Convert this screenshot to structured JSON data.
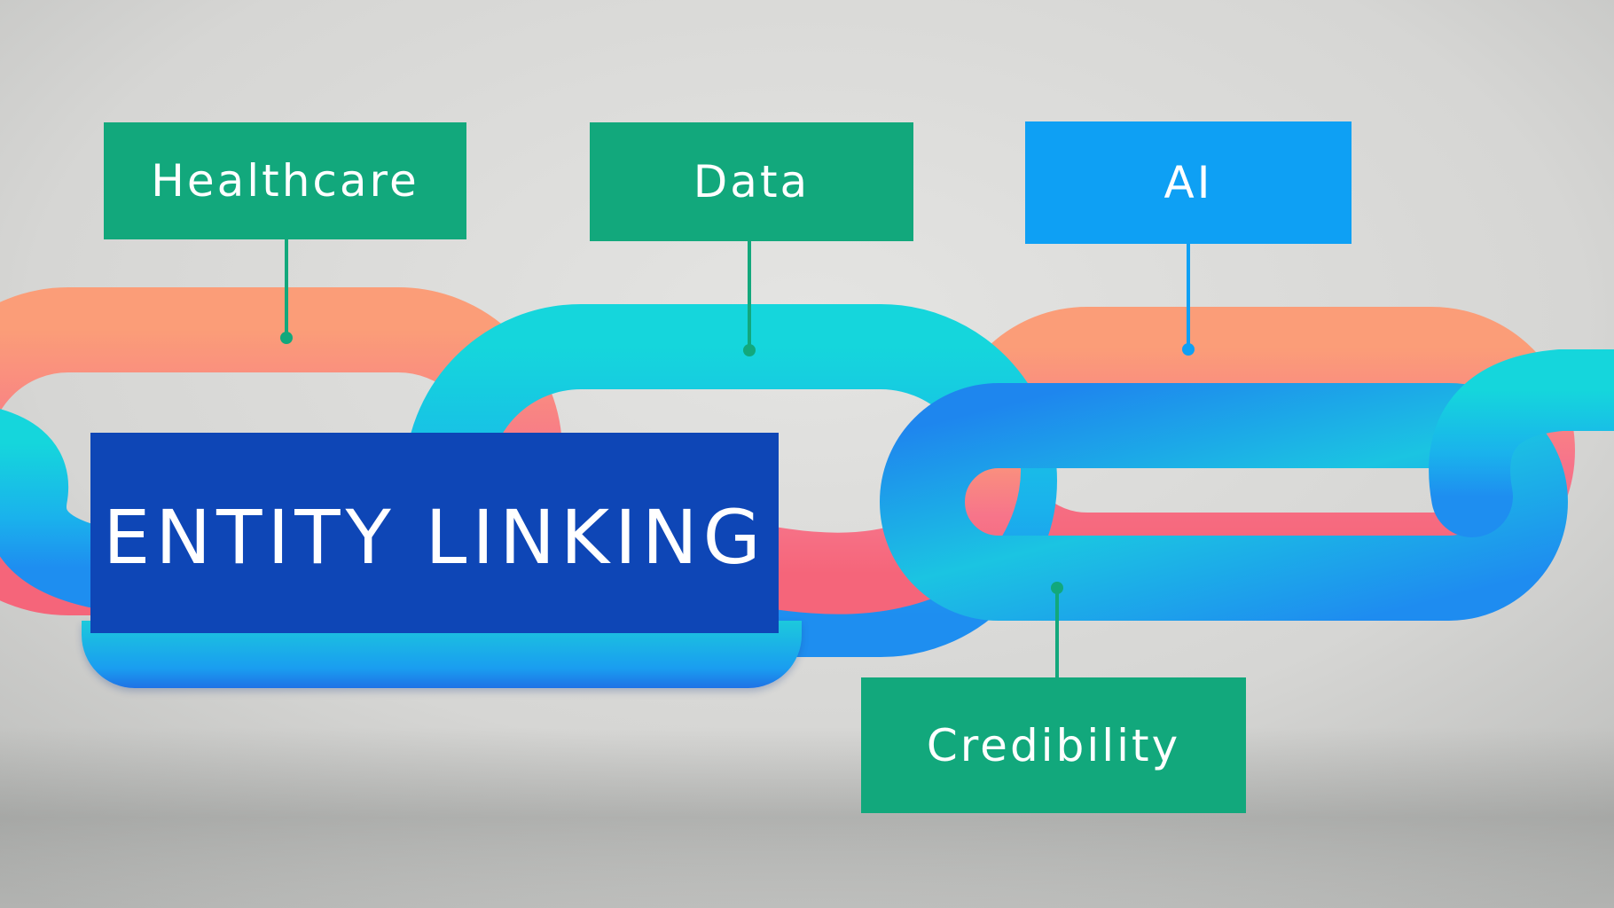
{
  "title": "ENTITY LINKING",
  "tags": {
    "healthcare": "Healthcare",
    "data": "Data",
    "ai": "AI",
    "credibility": "Credibility"
  },
  "colors": {
    "background": "#d8d8d6",
    "tag_green": "#12a87c",
    "tag_blue": "#0ea0f4",
    "title_box": "#0e46b6",
    "link_coral": "#f98a70",
    "link_pink": "#f7627e",
    "link_cyan": "#19d4dc",
    "link_blue": "#1a8ff0"
  }
}
